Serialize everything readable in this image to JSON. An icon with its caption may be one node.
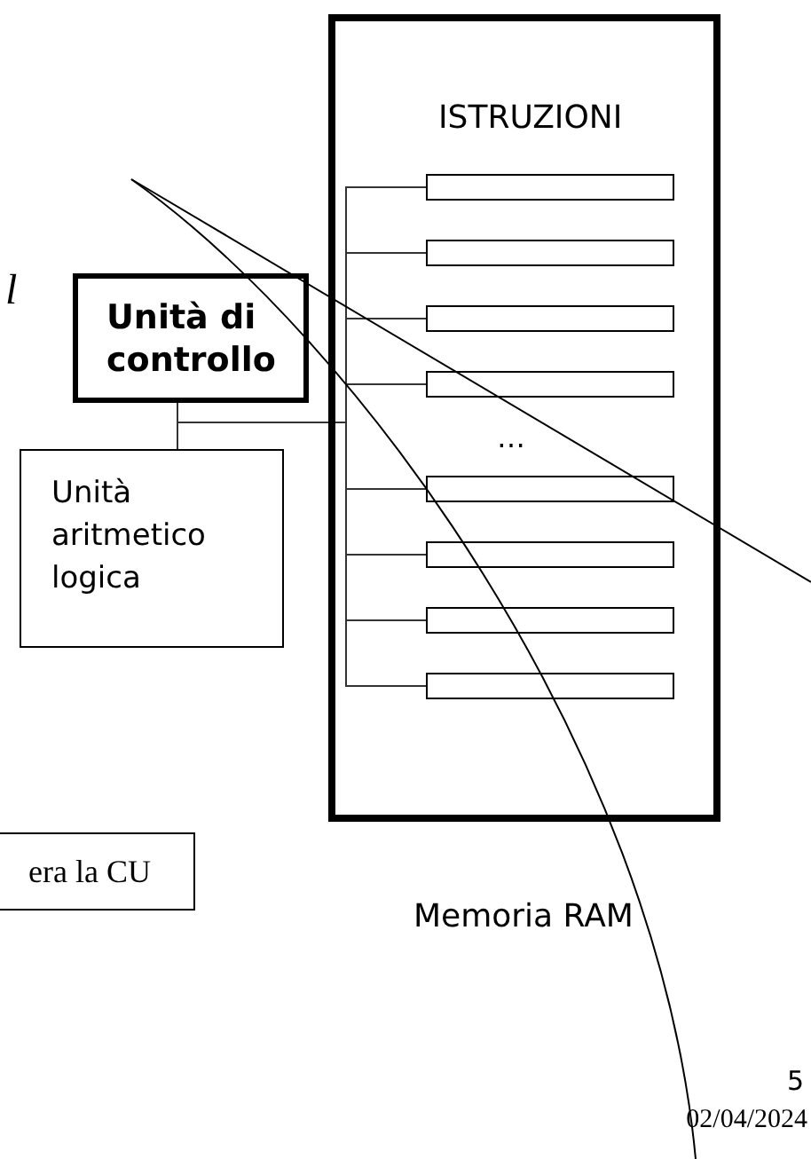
{
  "diagram": {
    "nodes": [
      {
        "text": [
          "ISTRUZIONI",
          "Memoria RAM"
        ]
      },
      {
        "text": [],
        "shape": "bar",
        "in": 0
      },
      {
        "text": [],
        "shape": "bar",
        "in": 0
      },
      {
        "text": [],
        "shape": "bar",
        "in": 0
      },
      {
        "text": [],
        "shape": "bar",
        "in": 0
      },
      {
        "text": [],
        "shape": "bar",
        "in": 0
      },
      {
        "text": [],
        "shape": "bar",
        "in": 0
      },
      {
        "text": [],
        "shape": "bar",
        "in": 0
      },
      {
        "text": [],
        "shape": "bar",
        "in": 0
      },
      {
        "text": [
          "Unità di controllo"
        ]
      },
      {
        "text": [
          "Unità aritmetico logica"
        ]
      },
      {
        "text": [
          "era la CU"
        ]
      }
    ],
    "edges": [
      {
        "from": 9,
        "to": 10,
        "arrow": "none"
      },
      {
        "from": 9,
        "to": 1,
        "arrow": "none"
      },
      {
        "from": 9,
        "to": 2,
        "arrow": "none"
      },
      {
        "from": 9,
        "to": 3,
        "arrow": "none"
      },
      {
        "from": 9,
        "to": 4,
        "arrow": "none"
      },
      {
        "from": 9,
        "to": 5,
        "arrow": "none"
      },
      {
        "from": 9,
        "to": 6,
        "arrow": "none"
      },
      {
        "from": 9,
        "to": 7,
        "arrow": "none"
      },
      {
        "from": 9,
        "to": 8,
        "arrow": "none"
      }
    ],
    "labels": [
      "l",
      "…",
      "5",
      "02/04/2024"
    ]
  }
}
